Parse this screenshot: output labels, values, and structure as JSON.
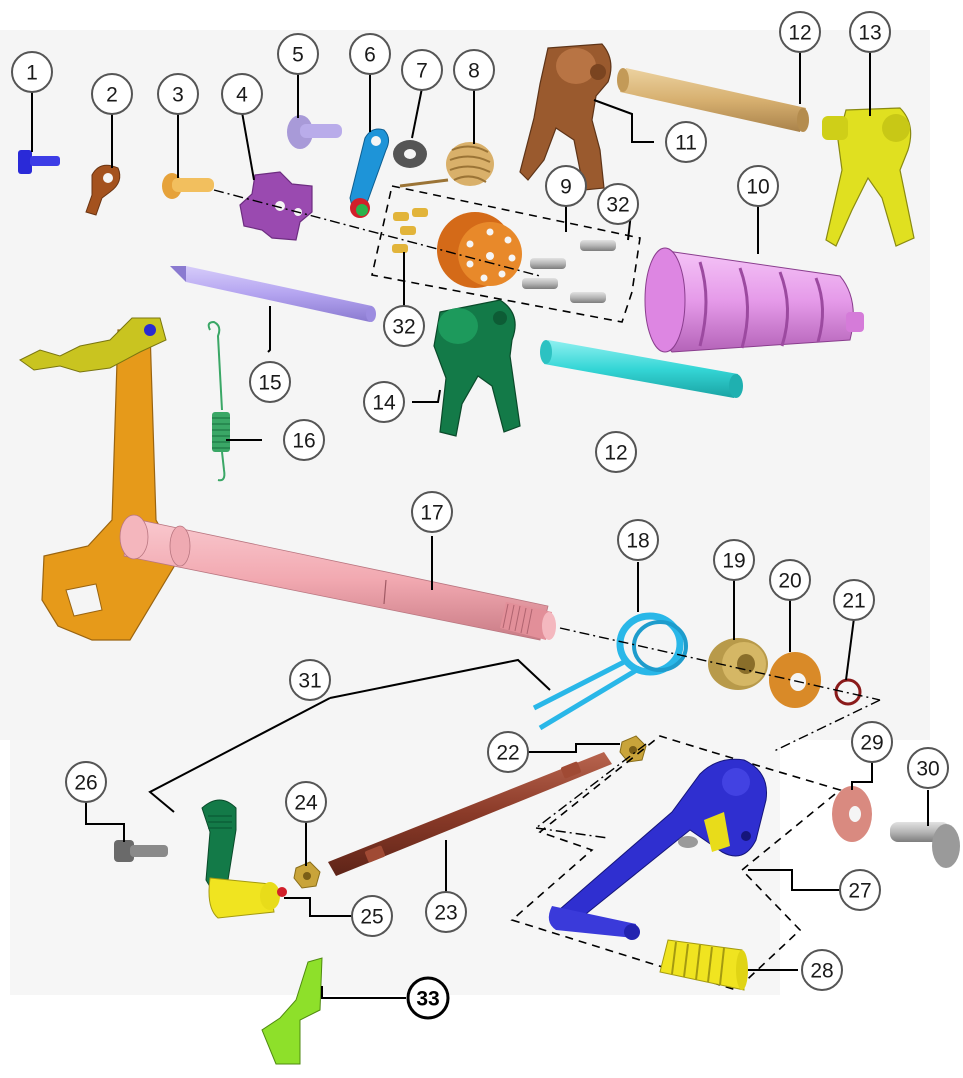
{
  "diagram": {
    "labels": [
      "1",
      "2",
      "3",
      "4",
      "5",
      "6",
      "7",
      "8",
      "9",
      "10",
      "11",
      "12",
      "12",
      "13",
      "14",
      "15",
      "16",
      "17",
      "18",
      "19",
      "20",
      "21",
      "22",
      "23",
      "24",
      "25",
      "26",
      "27",
      "28",
      "29",
      "30",
      "31",
      "32",
      "32",
      "33"
    ],
    "highlighted_label": "33"
  },
  "colors": {
    "background_panel": "#f4f4f4",
    "leader_line": "#000000",
    "callout_fill": "#ffffff",
    "callout_stroke": "#555555",
    "callout_text": "#1a1a1a",
    "drum": "#e59ae9",
    "fork_brown": "#9a5a2e",
    "fork_yellow": "#e0e020",
    "fork_green": "#137a48",
    "shaft_pink": "#f2a9b1",
    "shift_lever_orange": "#e69a1a",
    "rod_tan": "#d7b070",
    "rod_cyan": "#34d6d6",
    "rod_lavender": "#b4a4f0",
    "spring_cyan": "#29b7e8",
    "spring_green": "#3aa766",
    "pedal_blue": "#2f2fd0",
    "bracket_green": "#8ee02a",
    "tie_rod_brown": "#8a3a28"
  }
}
